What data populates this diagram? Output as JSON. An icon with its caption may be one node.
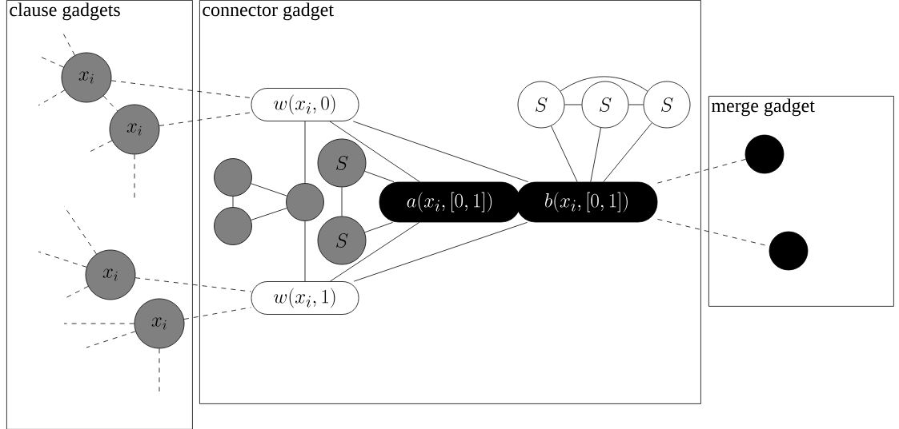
{
  "diagram": {
    "nodes": [
      {
        "text": [
          "clause gadgets"
        ]
      },
      {
        "text": [
          "x_i"
        ],
        "in": 0
      },
      {
        "text": [
          "x_i"
        ],
        "in": 0
      },
      {
        "text": [
          "x_i"
        ],
        "in": 0
      },
      {
        "text": [
          "x_i"
        ],
        "in": 0
      },
      {
        "text": [
          "connector gadget"
        ]
      },
      {
        "text": [
          "w(x_i,0)"
        ],
        "in": 5
      },
      {
        "text": [],
        "shape": "circle",
        "in": 5
      },
      {
        "text": [],
        "shape": "circle",
        "in": 5
      },
      {
        "text": [],
        "shape": "circle",
        "in": 5
      },
      {
        "text": [
          "S"
        ],
        "in": 5
      },
      {
        "text": [
          "S"
        ],
        "in": 5
      },
      {
        "text": [
          "a(x_i,[0,1])"
        ],
        "in": 5
      },
      {
        "text": [
          "w(x_i,1)"
        ],
        "in": 5
      },
      {
        "text": [
          "S"
        ],
        "in": 5
      },
      {
        "text": [
          "S"
        ],
        "in": 5
      },
      {
        "text": [
          "S"
        ],
        "in": 5
      },
      {
        "text": [
          "b(x_i,[0,1])"
        ],
        "in": 5
      },
      {
        "text": [
          "merge gadget"
        ]
      },
      {
        "text": [],
        "shape": "circle",
        "in": 18
      },
      {
        "text": [],
        "shape": "circle",
        "in": 18
      }
    ],
    "edges": [
      {
        "from": 1,
        "to": 6,
        "arrow": "none",
        "style": "dashed"
      },
      {
        "from": 2,
        "to": 6,
        "arrow": "none",
        "style": "dashed"
      },
      {
        "from": 3,
        "to": 13,
        "arrow": "none",
        "style": "dashed"
      },
      {
        "from": 4,
        "to": 13,
        "arrow": "none",
        "style": "dashed"
      },
      {
        "from": 1,
        "to": 2,
        "arrow": "none",
        "style": "dashed"
      },
      {
        "from": 1,
        "to": null,
        "arrow": "none",
        "style": "dashed"
      },
      {
        "from": 1,
        "to": null,
        "arrow": "none",
        "style": "dashed"
      },
      {
        "from": 1,
        "to": null,
        "arrow": "none",
        "style": "dashed"
      },
      {
        "from": 2,
        "to": null,
        "arrow": "none",
        "style": "dashed"
      },
      {
        "from": 2,
        "to": null,
        "arrow": "none",
        "style": "dashed"
      },
      {
        "from": 3,
        "to": null,
        "arrow": "none",
        "style": "dashed"
      },
      {
        "from": 3,
        "to": null,
        "arrow": "none",
        "style": "dashed"
      },
      {
        "from": 3,
        "to": null,
        "arrow": "none",
        "style": "dashed"
      },
      {
        "from": 4,
        "to": null,
        "arrow": "none",
        "style": "dashed"
      },
      {
        "from": 4,
        "to": null,
        "arrow": "none",
        "style": "dashed"
      },
      {
        "from": 4,
        "to": null,
        "arrow": "none",
        "style": "dashed"
      },
      {
        "from": 6,
        "to": 9,
        "arrow": "none"
      },
      {
        "from": 9,
        "to": 13,
        "arrow": "none"
      },
      {
        "from": 7,
        "to": 8,
        "arrow": "none"
      },
      {
        "from": 7,
        "to": 9,
        "arrow": "none"
      },
      {
        "from": 8,
        "to": 9,
        "arrow": "none"
      },
      {
        "from": 10,
        "to": 11,
        "arrow": "none"
      },
      {
        "from": 10,
        "to": 12,
        "arrow": "none"
      },
      {
        "from": 11,
        "to": 12,
        "arrow": "none"
      },
      {
        "from": 6,
        "to": 12,
        "arrow": "none"
      },
      {
        "from": 13,
        "to": 12,
        "arrow": "none"
      },
      {
        "from": 6,
        "to": 17,
        "arrow": "none"
      },
      {
        "from": 13,
        "to": 17,
        "arrow": "none"
      },
      {
        "from": 14,
        "to": 15,
        "arrow": "none"
      },
      {
        "from": 15,
        "to": 16,
        "arrow": "none"
      },
      {
        "from": 14,
        "to": 16,
        "arrow": "none"
      },
      {
        "from": 14,
        "to": 17,
        "arrow": "none"
      },
      {
        "from": 15,
        "to": 17,
        "arrow": "none"
      },
      {
        "from": 16,
        "to": 17,
        "arrow": "none"
      },
      {
        "from": 17,
        "to": 19,
        "arrow": "none",
        "style": "dashed"
      },
      {
        "from": 17,
        "to": 20,
        "arrow": "none",
        "style": "dashed"
      }
    ]
  }
}
